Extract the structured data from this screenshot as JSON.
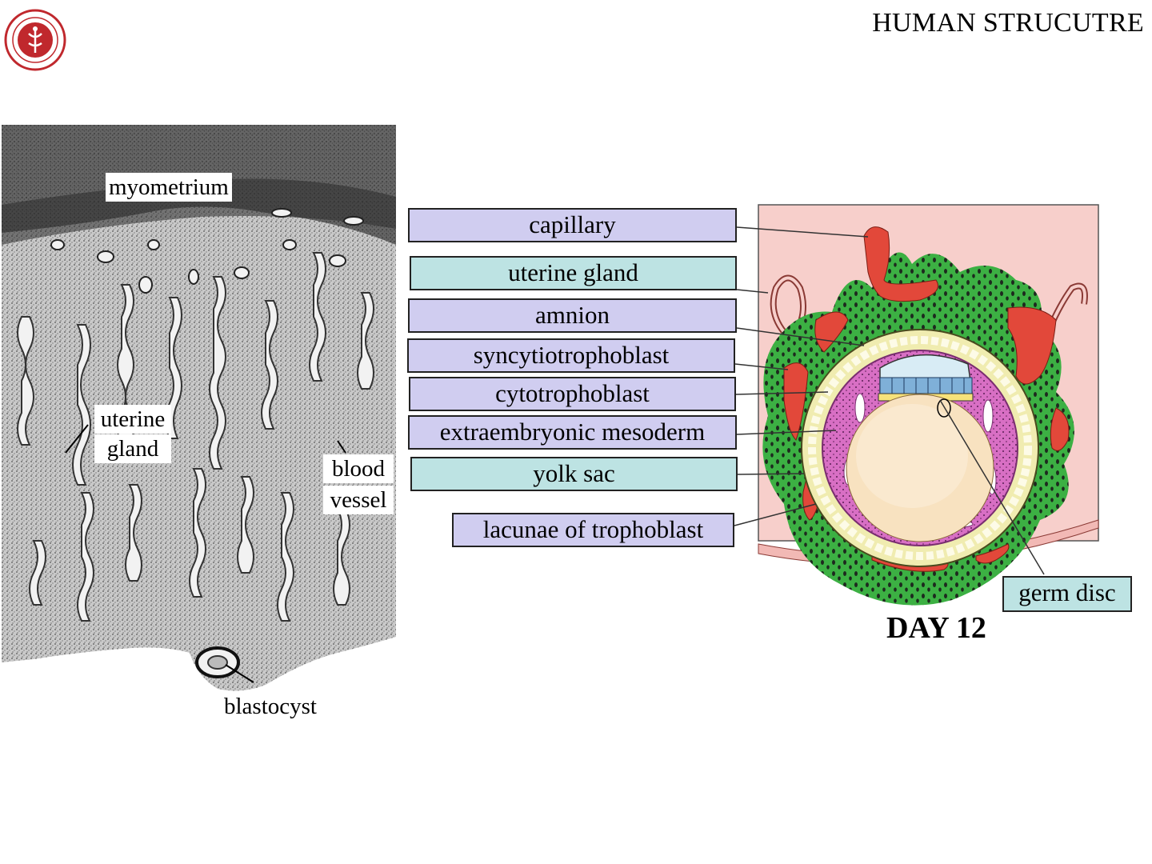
{
  "header": {
    "title": "HUMAN STRUCUTRE"
  },
  "logo": {
    "name": "university-seal",
    "color": "#c0282d"
  },
  "histology": {
    "labels": {
      "myometrium": "myometrium",
      "uterine_gland_1": "uterine",
      "uterine_gland_2": "gland",
      "blood_vessel_1": "blood",
      "blood_vessel_2": "vessel",
      "blastocyst": "blastocyst"
    }
  },
  "diagram_labels": {
    "capillary": "capillary",
    "uterine_gland": "uterine gland",
    "amnion": "amnion",
    "syncytiotrophoblast": "syncytiotrophoblast",
    "cytotrophoblast": "cytotrophoblast",
    "extraembryonic_mesoderm": "extraembryonic mesoderm",
    "yolk_sac": "yolk sac",
    "lacunae": "lacunae of trophoblast",
    "germ_disc": "germ disc"
  },
  "caption": "DAY 12",
  "colors": {
    "lavender_tag": "#d0cdf0",
    "teal_tag": "#bde3e3",
    "syncytio_green": "#3cb043",
    "lacunae_red": "#e2483a",
    "background_pink": "#f7cfcb",
    "mesoderm_magenta": "#d86fc4",
    "yolk": "#f8e2c0"
  }
}
